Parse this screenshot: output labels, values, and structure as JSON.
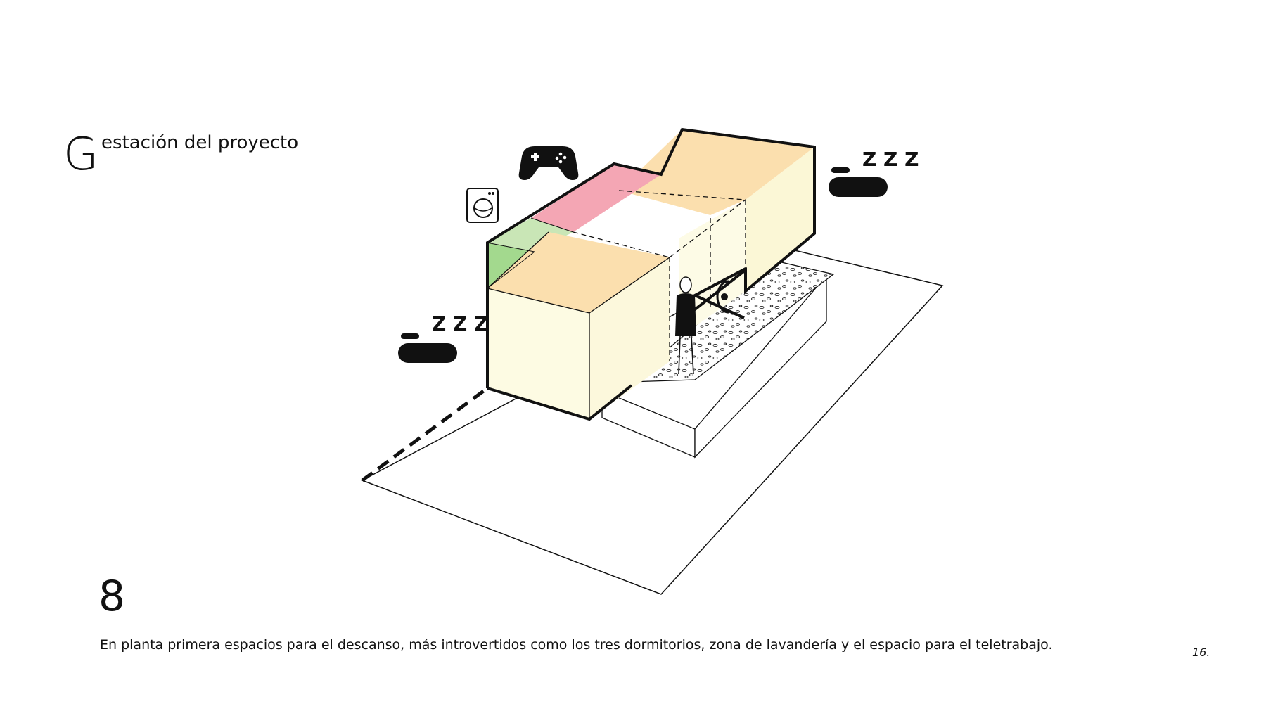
{
  "title": {
    "initial": "G",
    "rest": "estación del proyecto"
  },
  "step_number": "8",
  "caption": "En planta primera espacios para el descanso, más introvertidos como los tres dormitorios, zona de lavandería y el espacio para el teletrabajo.",
  "page_number": "16.",
  "sleep_labels": {
    "left": "Z Z Z",
    "right": "Z Z Z"
  },
  "icons": [
    "game-controller-icon",
    "washing-machine-icon",
    "bed-icon",
    "eye-icon",
    "person-figure"
  ],
  "colors": {
    "bedroom_top": "#fbdfae",
    "bedroom_side": "#fdfbe3",
    "telework_pink": "#f4a6b4",
    "laundry_green_light": "#c9e6b6",
    "laundry_green": "#a3d98e",
    "stroke": "#111111"
  }
}
